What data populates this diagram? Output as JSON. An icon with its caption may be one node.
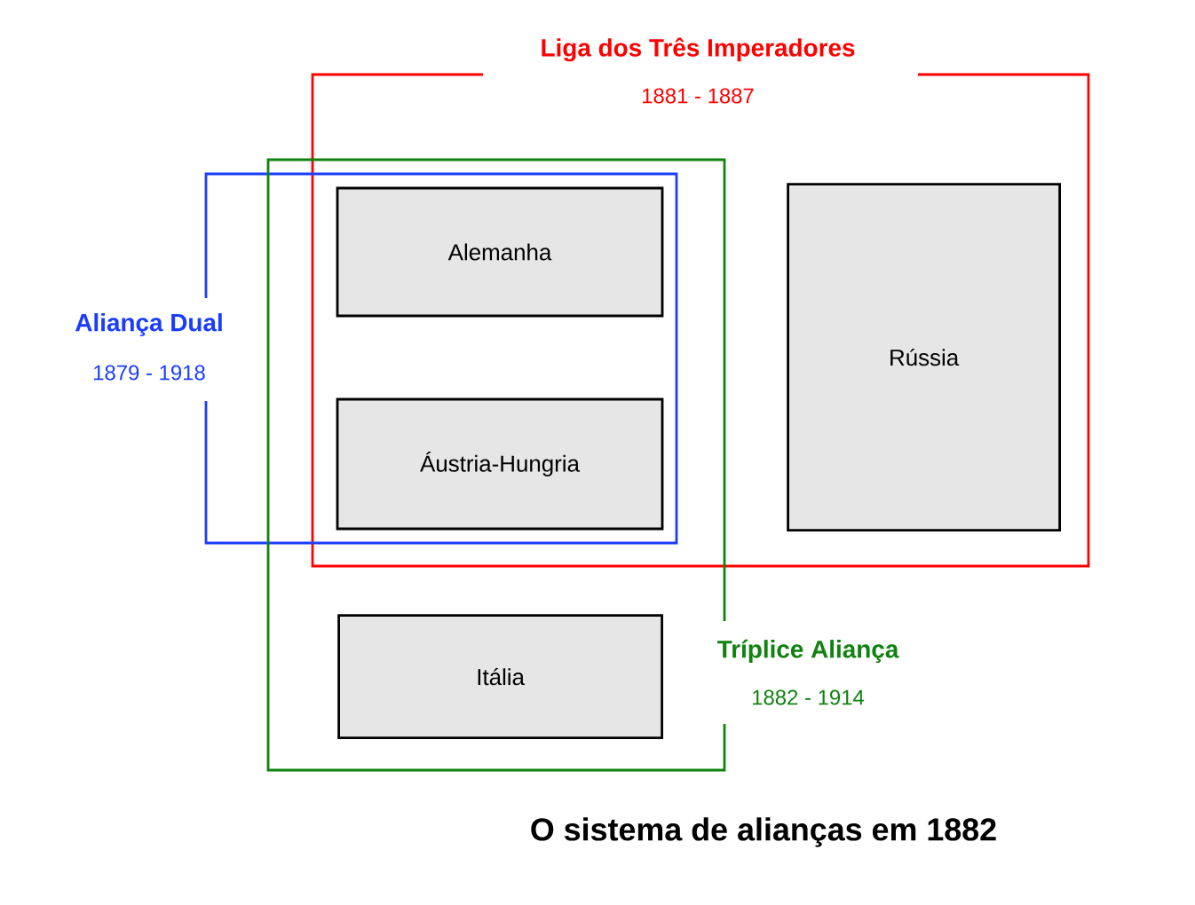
{
  "diagram": {
    "caption": "O sistema de alianças em 1882",
    "nodes": [
      {
        "text": [
          "Liga dos Três Imperadores",
          "1881 - 1887"
        ]
      },
      {
        "text": [
          "Aliança Dual",
          "1879 - 1918"
        ]
      },
      {
        "text": [
          "Tríplice Aliança",
          "1882 - 1914"
        ]
      },
      {
        "text": [
          "Alemanha"
        ]
      },
      {
        "text": [
          "Áustria-Hungria"
        ]
      },
      {
        "text": [
          "Rússia"
        ],
        "in": 0
      },
      {
        "text": [
          "Itália"
        ],
        "in": 2
      }
    ]
  }
}
